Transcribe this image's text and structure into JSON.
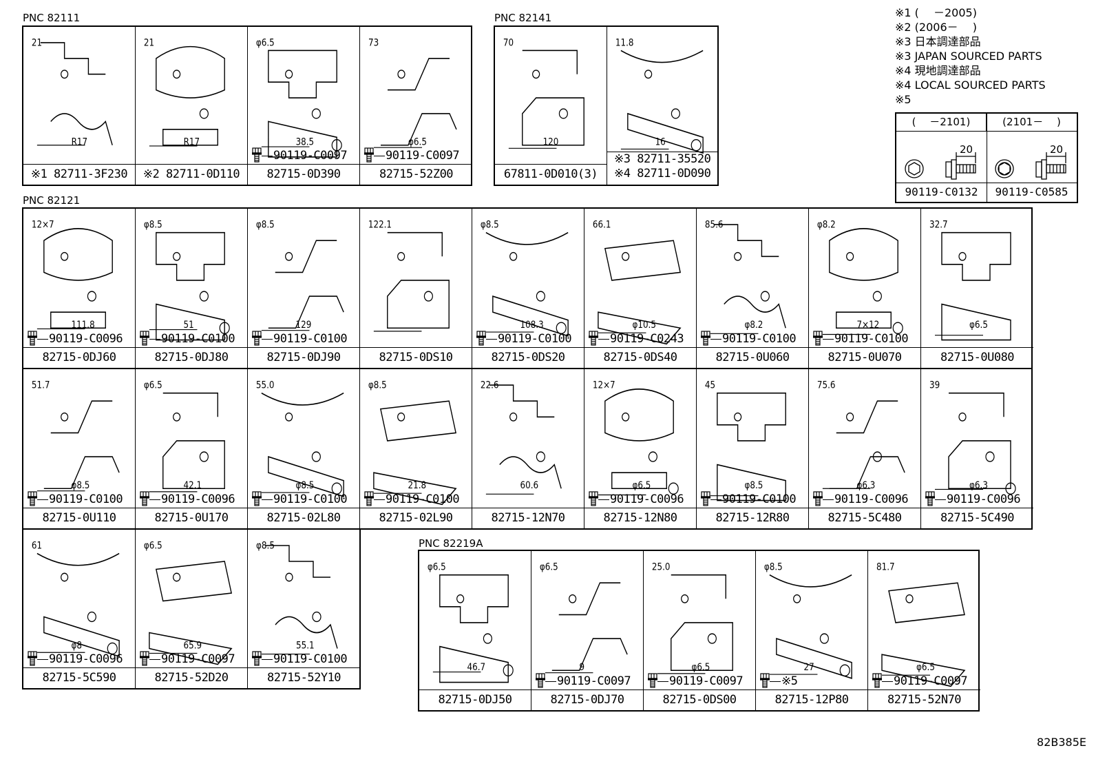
{
  "diagram_code": "82B385E",
  "legend": [
    "※1 (　 －2005)",
    "※2 (2006－　 )",
    "※3 日本調達部品",
    "※3 JAPAN SOURCED PARTS",
    "※4 現地調達部品",
    "※4 LOCAL SOURCED PARTS",
    "※5"
  ],
  "legend_table": {
    "col1_header": "(　 －2101)",
    "col2_header": "(2101－　 )",
    "dim": "20",
    "col1_part": "90119-C0132",
    "col2_part": "90119-C0585"
  },
  "groups": {
    "g82111": {
      "label": "PNC 82111",
      "cells": [
        {
          "part": "※1 82711-3F230",
          "dims": [
            "21",
            "R17"
          ]
        },
        {
          "part": "※2 82711-0D110",
          "dims": [
            "21",
            "R17"
          ]
        },
        {
          "part": "82715-0D390",
          "bolt": "90119-C0097",
          "dims": [
            "φ6.5",
            "38.5"
          ]
        },
        {
          "part": "82715-52Z00",
          "bolt": "90119-C0097",
          "dims": [
            "73",
            "φ6.5"
          ]
        }
      ]
    },
    "g82141": {
      "label": "PNC 82141",
      "cells": [
        {
          "part": "67811-0D010(3)",
          "dims": [
            "70",
            "120"
          ]
        },
        {
          "part": "※3 82711-35520",
          "part2": "※4 82711-0D090",
          "dims": [
            "11.8",
            "16"
          ]
        }
      ]
    },
    "g82121": {
      "label": "PNC 82121",
      "rows": [
        [
          {
            "part": "82715-0DJ60",
            "bolt": "90119-C0096",
            "dims": [
              "12×7",
              "111.8"
            ]
          },
          {
            "part": "82715-0DJ80",
            "bolt": "90119-C0100",
            "dims": [
              "φ8.5",
              "51"
            ]
          },
          {
            "part": "82715-0DJ90",
            "bolt": "90119-C0100",
            "dims": [
              "φ8.5",
              "129"
            ]
          },
          {
            "part": "82715-0DS10",
            "dims": [
              "122.1"
            ]
          },
          {
            "part": "82715-0DS20",
            "bolt": "90119-C0100",
            "dims": [
              "φ8.5",
              "108.3"
            ]
          },
          {
            "part": "82715-0DS40",
            "bolt": "90119-C0243",
            "dims": [
              "66.1",
              "φ10.5"
            ]
          },
          {
            "part": "82715-0U060",
            "bolt": "90119-C0100",
            "dims": [
              "85.6",
              "φ8.2"
            ]
          },
          {
            "part": "82715-0U070",
            "bolt": "90119-C0100",
            "dims": [
              "φ8.2",
              "7×12"
            ]
          },
          {
            "part": "82715-0U080",
            "dims": [
              "32.7",
              "φ6.5"
            ]
          }
        ],
        [
          {
            "part": "82715-0U110",
            "bolt": "90119-C0100",
            "dims": [
              "51.7",
              "φ8.5"
            ]
          },
          {
            "part": "82715-0U170",
            "bolt": "90119-C0096",
            "dims": [
              "φ6.5",
              "42.1"
            ]
          },
          {
            "part": "82715-02L80",
            "bolt": "90119-C0100",
            "dims": [
              "55.0",
              "φ8.5"
            ]
          },
          {
            "part": "82715-02L90",
            "bolt": "90119-C0100",
            "dims": [
              "φ8.5",
              "21.8"
            ]
          },
          {
            "part": "82715-12N70",
            "dims": [
              "22.6",
              "60.6"
            ]
          },
          {
            "part": "82715-12N80",
            "bolt": "90119-C0096",
            "dims": [
              "12×7",
              "φ6.5"
            ]
          },
          {
            "part": "82715-12R80",
            "bolt": "90119-C0100",
            "dims": [
              "45",
              "φ8.5"
            ]
          },
          {
            "part": "82715-5C480",
            "bolt": "90119-C0096",
            "dims": [
              "75.6",
              "φ6.3"
            ]
          },
          {
            "part": "82715-5C490",
            "bolt": "90119-C0096",
            "dims": [
              "39",
              "φ6.3"
            ]
          }
        ],
        [
          {
            "part": "82715-5C590",
            "bolt": "90119-C0096",
            "dims": [
              "61",
              "φ8"
            ]
          },
          {
            "part": "82715-52D20",
            "bolt": "90119-C0097",
            "dims": [
              "φ6.5",
              "65.9"
            ]
          },
          {
            "part": "82715-52Y10",
            "bolt": "90119-C0100",
            "dims": [
              "φ8.5",
              "55.1"
            ]
          }
        ]
      ]
    },
    "g82219": {
      "label": "PNC 82219A",
      "cells": [
        {
          "part": "82715-0DJ50",
          "dims": [
            "φ6.5",
            "46.7"
          ]
        },
        {
          "part": "82715-0DJ70",
          "bolt": "90119-C0097",
          "dims": [
            "φ6.5",
            "9"
          ]
        },
        {
          "part": "82715-0DS00",
          "bolt": "90119-C0097",
          "dims": [
            "25.0",
            "φ6.5"
          ]
        },
        {
          "part": "82715-12P80",
          "bolt": "※5",
          "dims": [
            "φ8.5",
            "27"
          ]
        },
        {
          "part": "82715-52N70",
          "bolt": "90119-C0097",
          "dims": [
            "81.7",
            "φ6.5"
          ]
        }
      ]
    }
  }
}
